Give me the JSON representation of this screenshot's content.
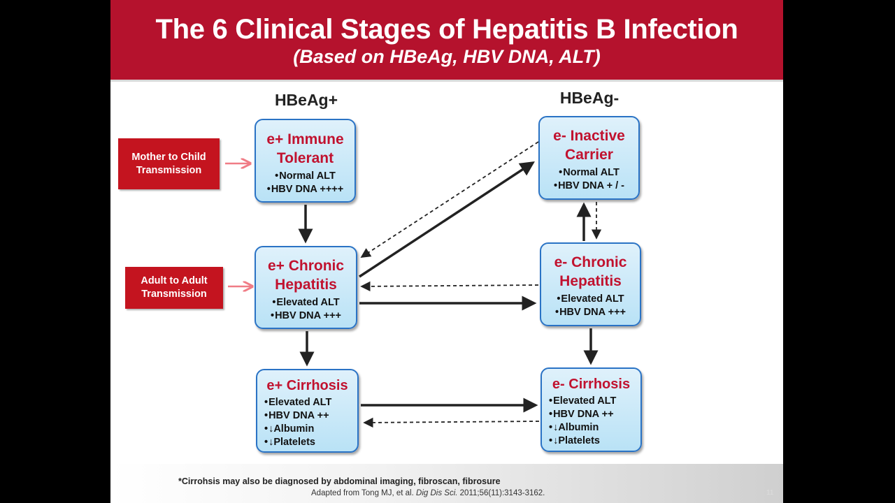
{
  "title": "The 6 Clinical Stages of Hepatitis B Infection",
  "subtitle": "(Based on HBeAg, HBV DNA, ALT)",
  "columns": {
    "left": "HBeAg+",
    "right": "HBeAg-"
  },
  "sources": {
    "mother": "Mother to Child Transmission",
    "adult": "Adult to Adult Transmission"
  },
  "stages": {
    "immune_tolerant": {
      "title": "e+ Immune Tolerant",
      "items": [
        "Normal ALT",
        "HBV DNA ++++"
      ]
    },
    "e_pos_chronic": {
      "title": "e+ Chronic Hepatitis",
      "items": [
        "Elevated ALT",
        "HBV DNA +++"
      ]
    },
    "e_pos_cirrhosis": {
      "title": "e+ Cirrhosis",
      "items": [
        "Elevated ALT",
        "HBV DNA ++",
        "↓Albumin",
        "↓Platelets"
      ]
    },
    "inactive_carrier": {
      "title": "e- Inactive Carrier",
      "items": [
        "Normal ALT",
        "HBV DNA + / -"
      ]
    },
    "e_neg_chronic": {
      "title": "e- Chronic Hepatitis",
      "items": [
        "Elevated ALT",
        "HBV DNA +++"
      ]
    },
    "e_neg_cirrhosis": {
      "title": "e- Cirrhosis",
      "items": [
        "Elevated ALT",
        "HBV DNA ++",
        "↓Albumin",
        "↓Platelets"
      ]
    }
  },
  "footnote": "*Cirrohsis may also be diagnosed by abdominal imaging, fibroscan, fibrosure",
  "citation": {
    "prefix": "Adapted from Tong MJ, et al. ",
    "journal": "Dig Dis Sci.",
    "suffix": " 2011;56(11):3143-3162."
  },
  "page_number": "11",
  "colors": {
    "title_band": "#b5122d",
    "stage_title": "#c1122f",
    "stage_fill": "#b9e2f6",
    "stage_border": "#2a73c5",
    "source_box": "#c4141f",
    "source_arrow": "#f07c86"
  }
}
